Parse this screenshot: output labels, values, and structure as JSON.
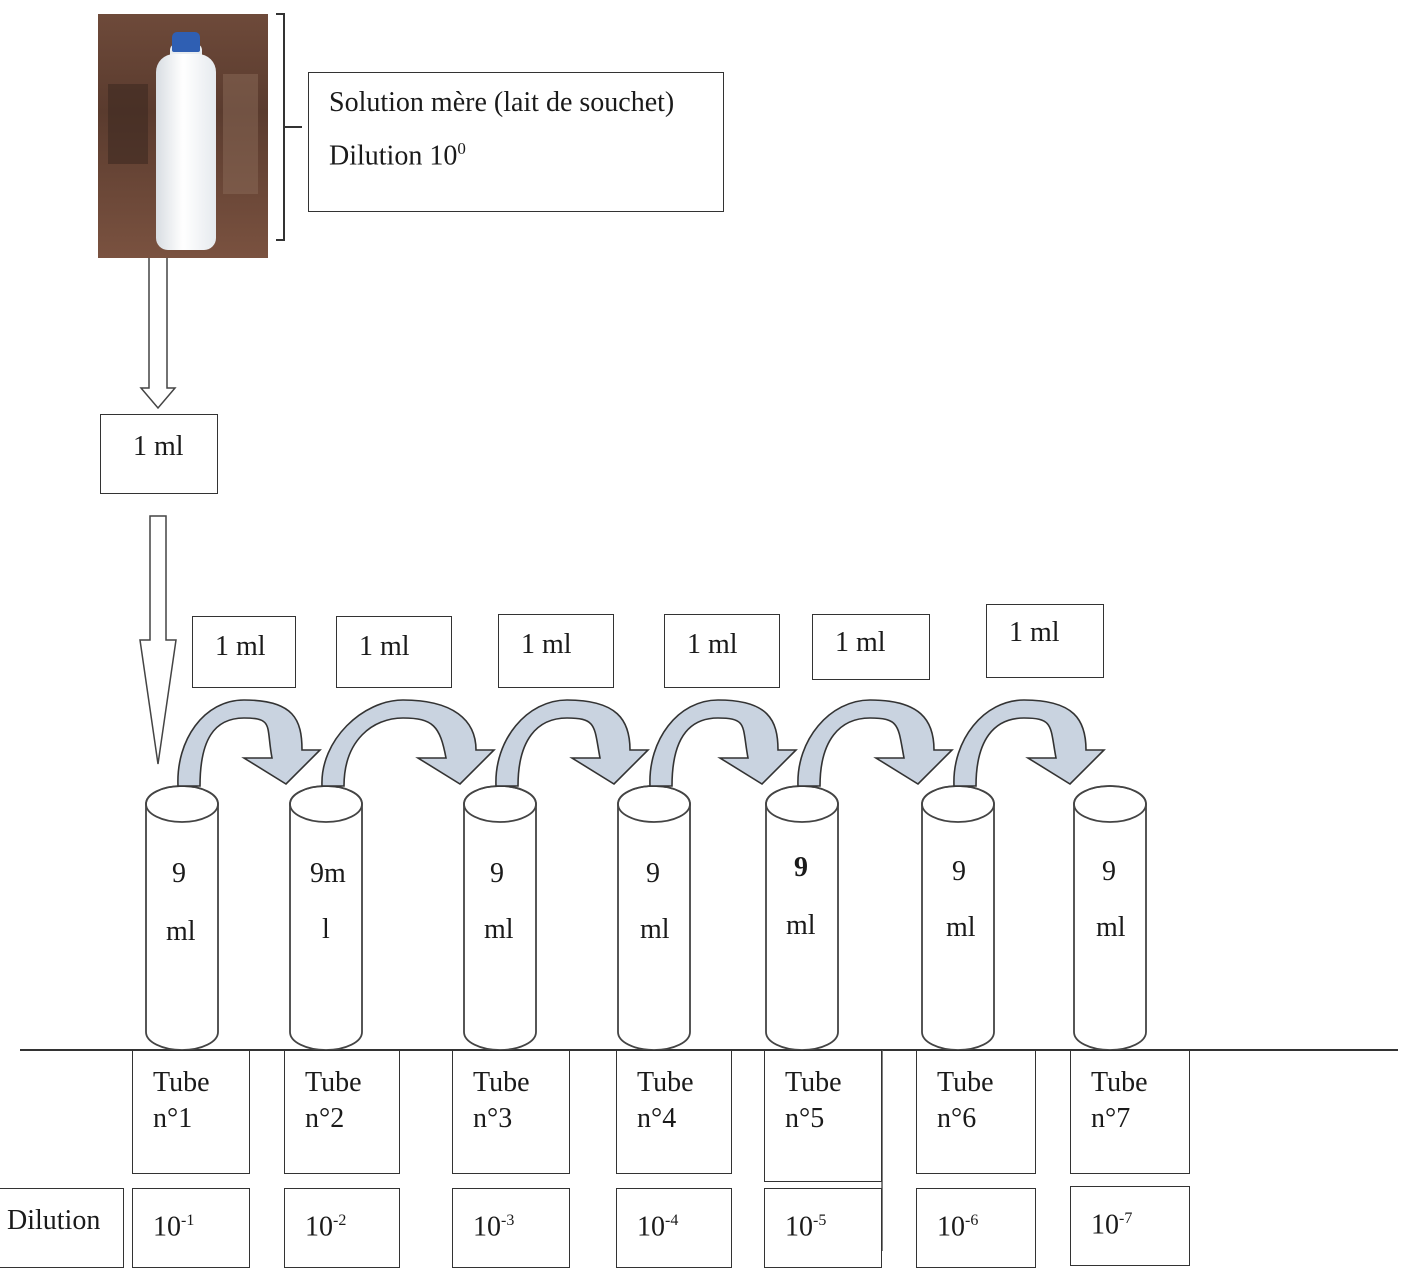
{
  "mother_solution": {
    "line1": "Solution mère (lait de souchet)",
    "line2_base": "Dilution 10",
    "line2_exp": "0"
  },
  "first_transfer": "1 ml",
  "transfers": [
    "1 ml",
    "1 ml",
    "1 ml",
    "1 ml",
    "1 ml",
    "1 ml"
  ],
  "tubes": [
    {
      "volume_top": "9",
      "volume_bottom": "ml",
      "name": "Tube",
      "number": "n°1",
      "dil_base": "10",
      "dil_exp": "-1"
    },
    {
      "volume_top": "9m",
      "volume_bottom": "l",
      "name": "Tube",
      "number": "n°2",
      "dil_base": "10",
      "dil_exp": "-2"
    },
    {
      "volume_top": "9",
      "volume_bottom": "ml",
      "name": "Tube",
      "number": "n°3",
      "dil_base": "10",
      "dil_exp": "-3"
    },
    {
      "volume_top": "9",
      "volume_bottom": "ml",
      "name": "Tube",
      "number": "n°4",
      "dil_base": "10",
      "dil_exp": "-4"
    },
    {
      "volume_top": "9",
      "volume_bottom": "ml",
      "name": "Tube",
      "number": "n°5",
      "dil_base": "10",
      "dil_exp": "-5"
    },
    {
      "volume_top": "9",
      "volume_bottom": "ml",
      "name": "Tube",
      "number": "n°6",
      "dil_base": "10",
      "dil_exp": "-6"
    },
    {
      "volume_top": "9",
      "volume_bottom": "ml",
      "name": "Tube",
      "number": "n°7",
      "dil_base": "10",
      "dil_exp": "-7"
    }
  ],
  "dilution_row_label": "Dilution"
}
